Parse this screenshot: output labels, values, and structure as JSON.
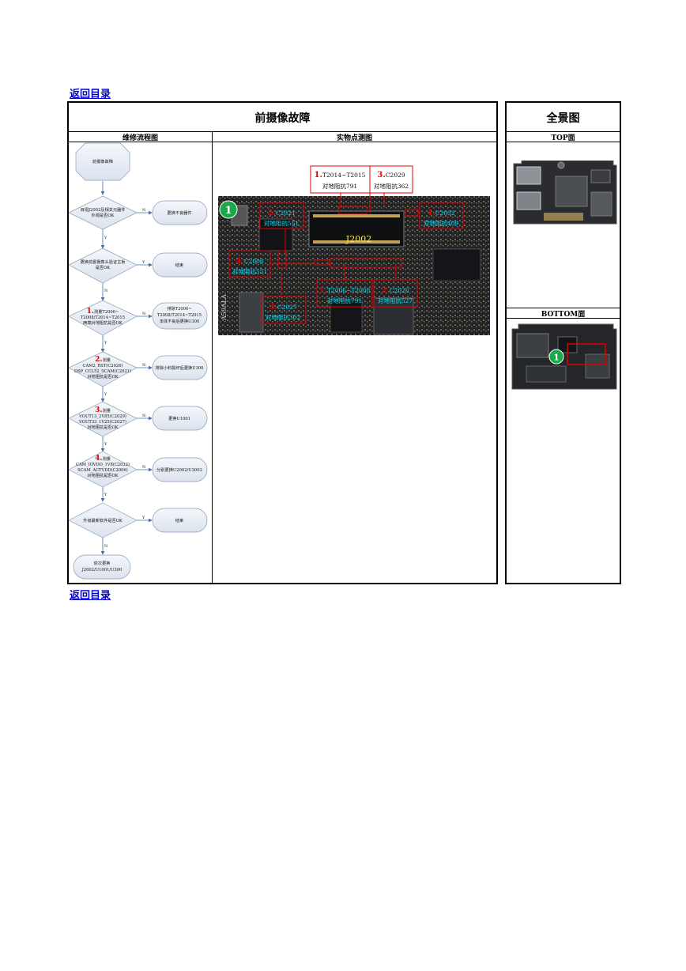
{
  "nav": {
    "back_top": "返回目录",
    "back_bottom": "返回目录"
  },
  "table": {
    "title": "前摄像故障",
    "panorama_title": "全景图",
    "col_flow": "维修流程图",
    "col_photo": "实物点测图",
    "top_label": "TOP面",
    "bottom_label": "BOTTOM面"
  },
  "flow": {
    "start": "前摄像故障",
    "d1": [
      "目视J2002及相关元器件",
      "外观是否OK"
    ],
    "d2": [
      "更换前置摄像头验证主板",
      "是否OK"
    ],
    "d3_num": "1.",
    "d3": [
      "测量T2006~",
      "T2008/T2014~T2015",
      "两端对地阻抗是否OK"
    ],
    "d4_num": "2.",
    "d4": [
      "测量",
      "CAM2_RST(C2026)",
      "DSP_CCL52_SCAM(C2021)",
      "对地阻抗是否OK"
    ],
    "d5_num": "3.",
    "d5": [
      "测量",
      "VOUT13_2V85(C2029)",
      "VOUT33_1V25(C2027)",
      "对地阻抗是否OK"
    ],
    "d6_num": "4.",
    "d6": [
      "测量",
      "CAM_IOVDD_1V8(C2032)",
      "SCAM_ACTVDD(C2006)",
      "对地阻抗是否OK"
    ],
    "d7": [
      "升级最新软件是否OK"
    ],
    "r1": "更换不良器件",
    "r2": "结束",
    "r3": [
      "排除T2006~",
      "T2008/T2014~T2015",
      "本体不良后更换U300"
    ],
    "r4": "排除小料损坏后更换U300",
    "r5": "更换U1001",
    "r6": "分别更换U2002/U3003",
    "r7": "结束",
    "end": [
      "依次更换",
      "J2002/U1001/U300"
    ],
    "yes": "Y",
    "no": "N"
  },
  "photo": {
    "marker": "1",
    "connector": "J2002",
    "chip_mark": "A59ALA",
    "callouts": [
      {
        "num": "1.",
        "part": "T2014~T2015",
        "value": "对地阻抗791"
      },
      {
        "num": "3.",
        "part": "C2029",
        "value": "对地阻抗362"
      },
      {
        "num": "2.",
        "part": "C2021",
        "value": "对地阻抗551"
      },
      {
        "num": "4.",
        "part": "C2032",
        "value": "对地阻抗409"
      },
      {
        "num": "4.",
        "part": "C2006",
        "value": "对地阻抗551"
      },
      {
        "num": "1.",
        "part": "T2006~T2008",
        "value": "对地阻抗791"
      },
      {
        "num": "2.",
        "part": "C2026",
        "value": "对地阻抗527"
      },
      {
        "num": "3.",
        "part": "C2027",
        "value": "对地阻抗362"
      }
    ]
  },
  "colors": {
    "link": "#0000cc",
    "callout_red": "#e00000",
    "callout_cyan": "#00e5ff",
    "marker_green": "#1aa84a",
    "connector_yellow": "#ffee33"
  }
}
